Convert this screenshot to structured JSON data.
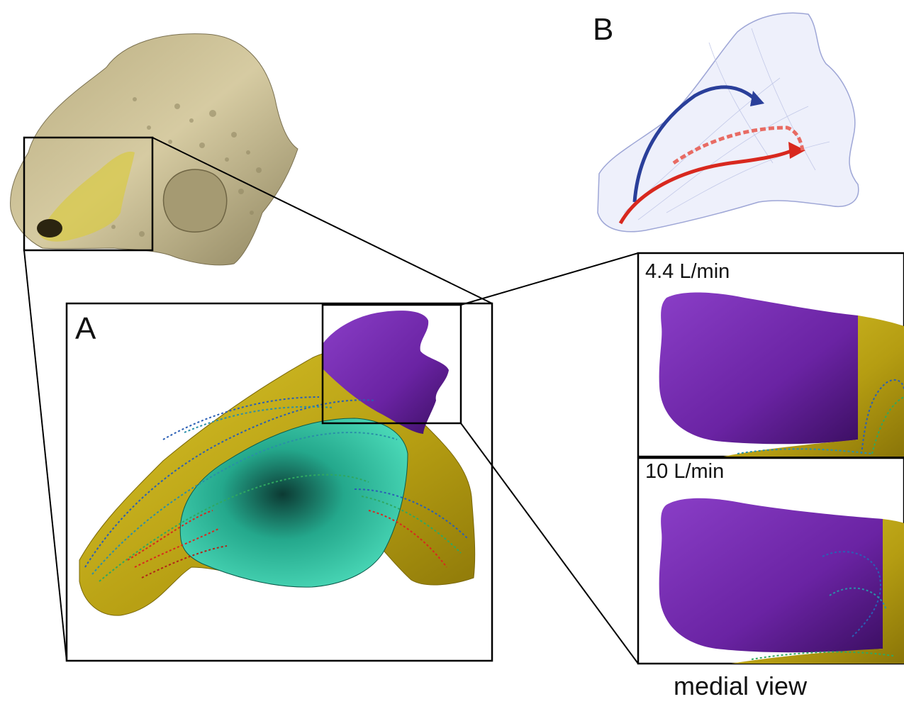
{
  "panels": {
    "a": {
      "label": "A"
    },
    "b": {
      "label": "B"
    }
  },
  "insets": {
    "top_rate": "4.4 L/min",
    "bottom_rate": "10 L/min"
  },
  "caption": "medial view",
  "colors": {
    "skull": "#cfc39a",
    "sinus_highlight": "#d8c94a",
    "nasal_surface": "#c9b21c",
    "turbinate": "#2fc4a4",
    "olfactory_region": "#7a2fb0",
    "streamline_blue": "#2a5fb5",
    "streamline_red": "#d8281e",
    "streamline_green": "#2fa860",
    "frame": "#000000"
  }
}
